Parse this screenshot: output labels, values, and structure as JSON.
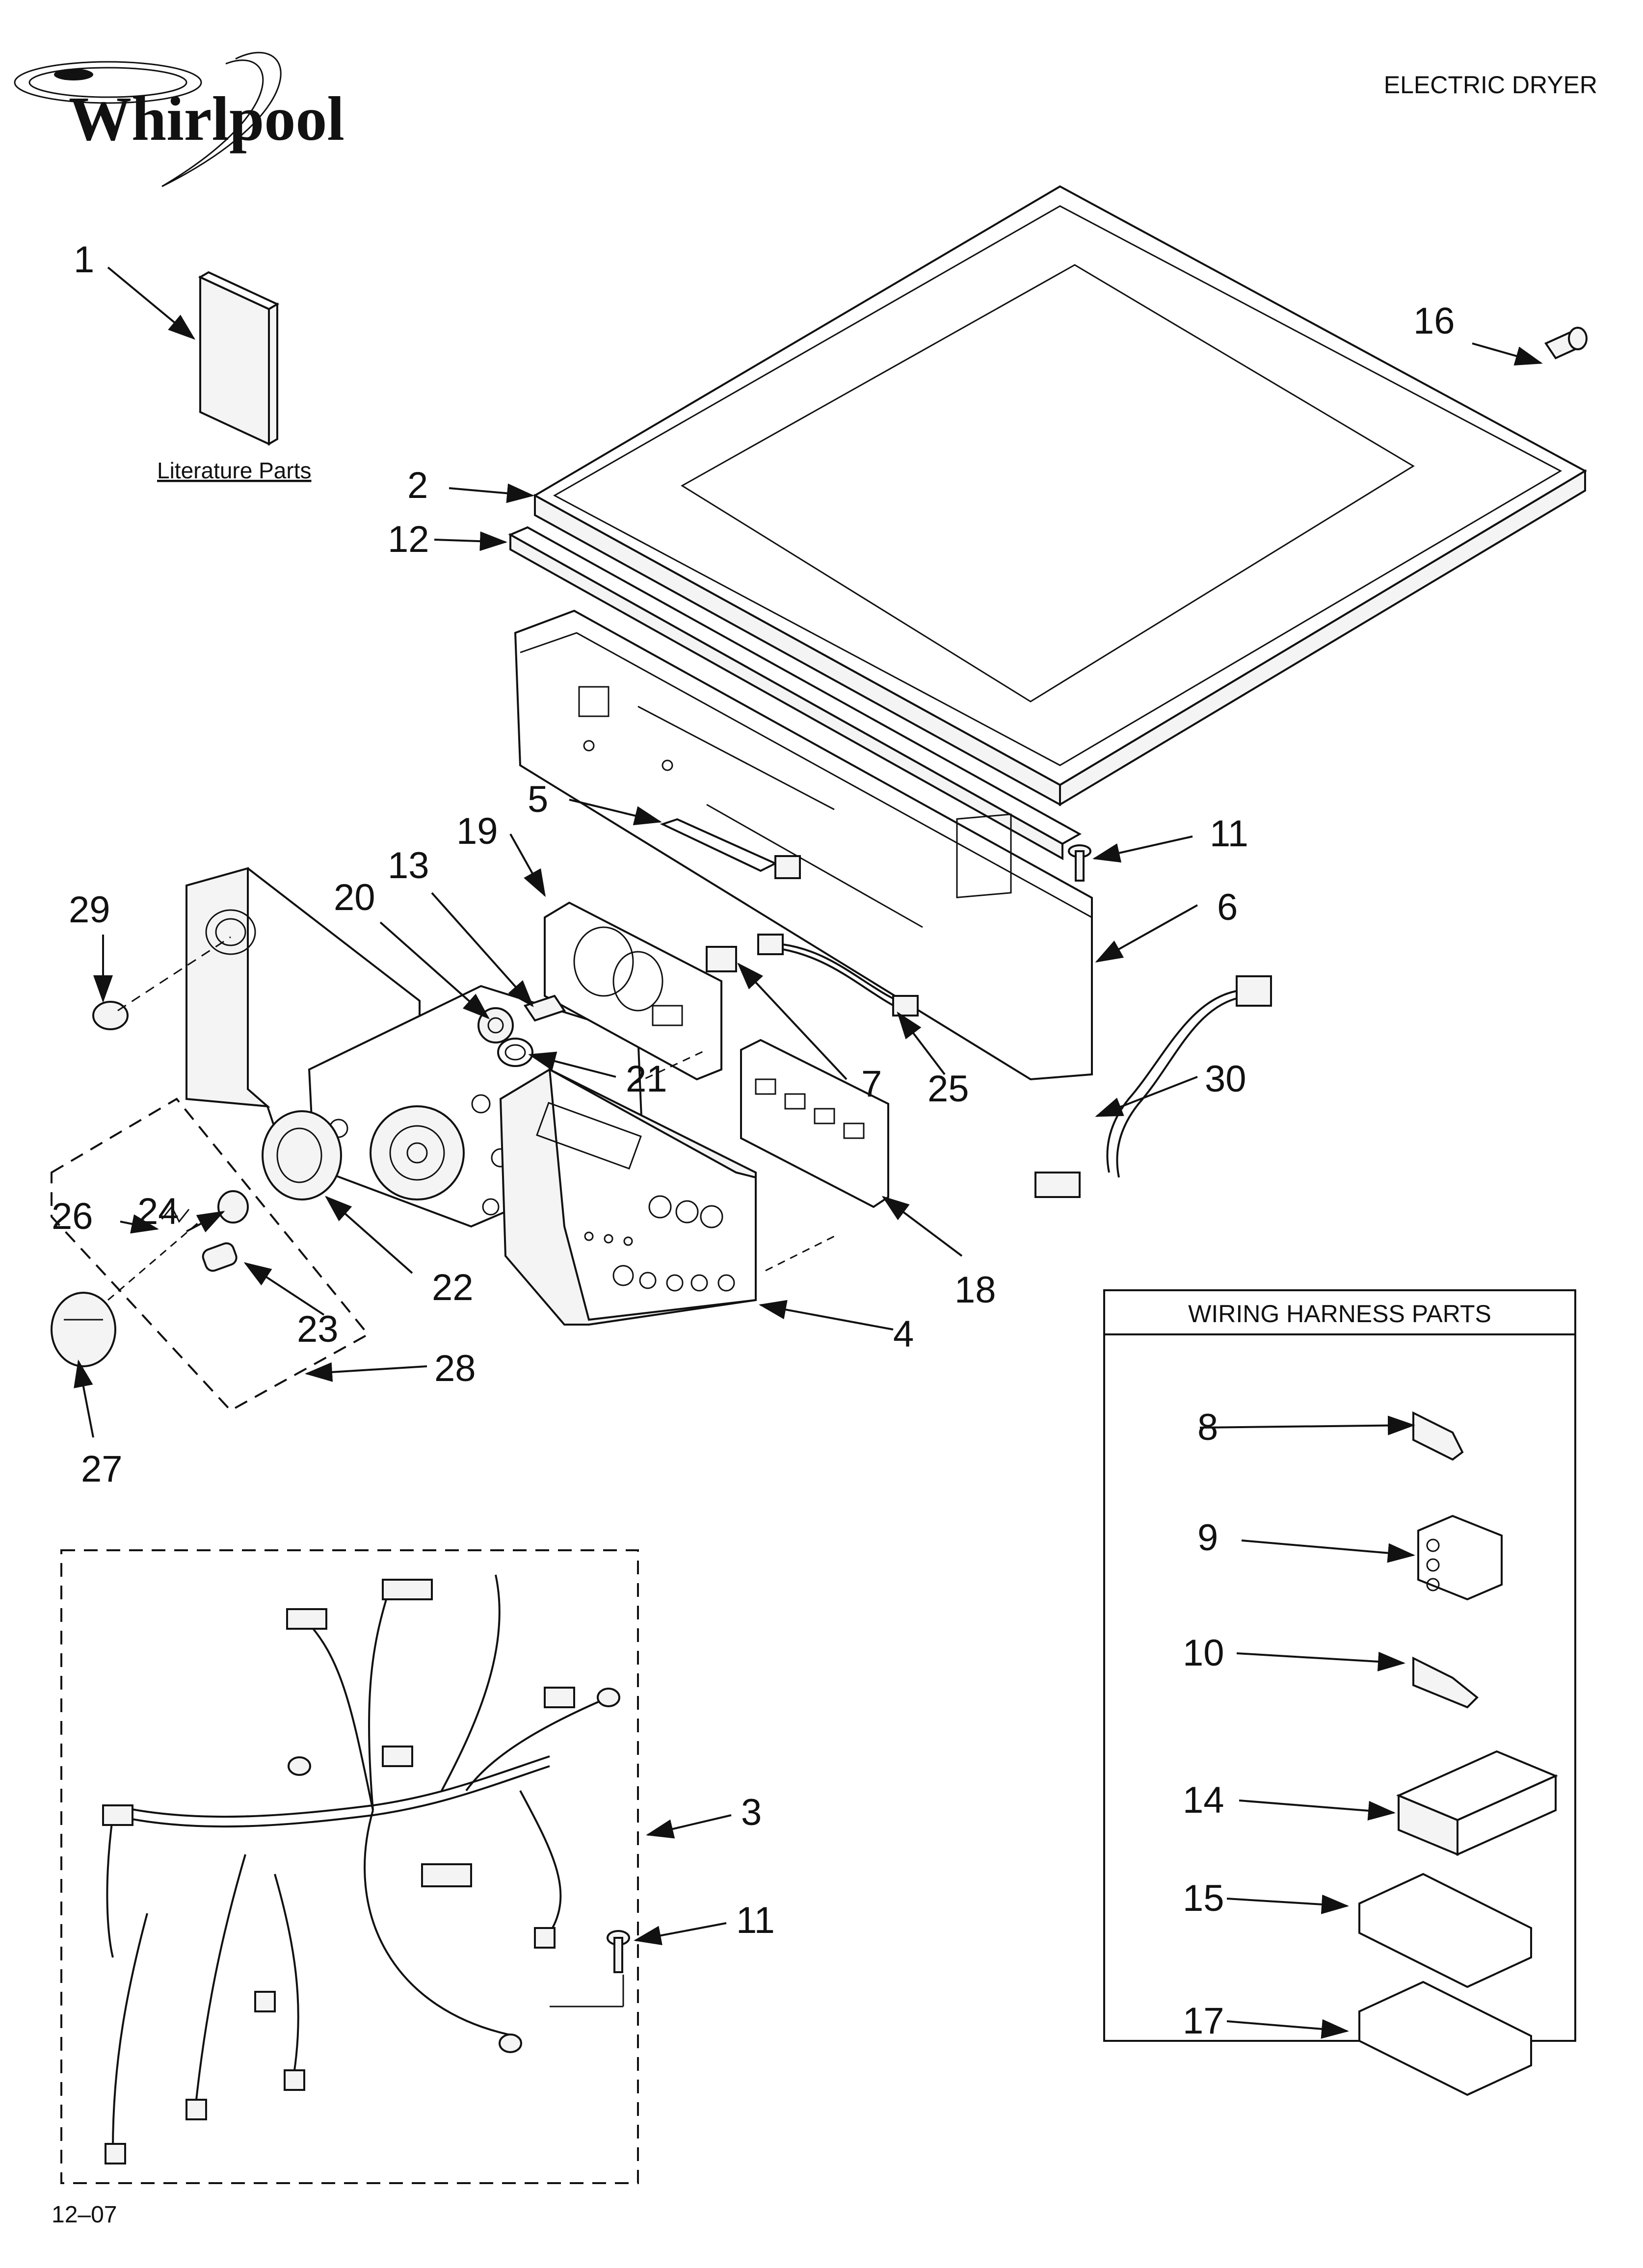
{
  "brand": {
    "logo_text": "Whirlpool"
  },
  "header": {
    "product_type": "ELECTRIC DRYER"
  },
  "literature": {
    "label": "Literature Parts"
  },
  "wiring_box": {
    "title": "WIRING HARNESS PARTS"
  },
  "callouts": {
    "c1": "1",
    "c2": "2",
    "c3": "3",
    "c4": "4",
    "c5": "5",
    "c6": "6",
    "c7": "7",
    "c8": "8",
    "c9": "9",
    "c10": "10",
    "c11a": "11",
    "c11b": "11",
    "c12": "12",
    "c13": "13",
    "c14": "14",
    "c15": "15",
    "c16": "16",
    "c17": "17",
    "c18": "18",
    "c19": "19",
    "c20": "20",
    "c21": "21",
    "c22": "22",
    "c23": "23",
    "c24": "24",
    "c25": "25",
    "c26": "26",
    "c27": "27",
    "c28": "28",
    "c29": "29",
    "c30": "30"
  },
  "footer": {
    "date_code": "12–07"
  }
}
